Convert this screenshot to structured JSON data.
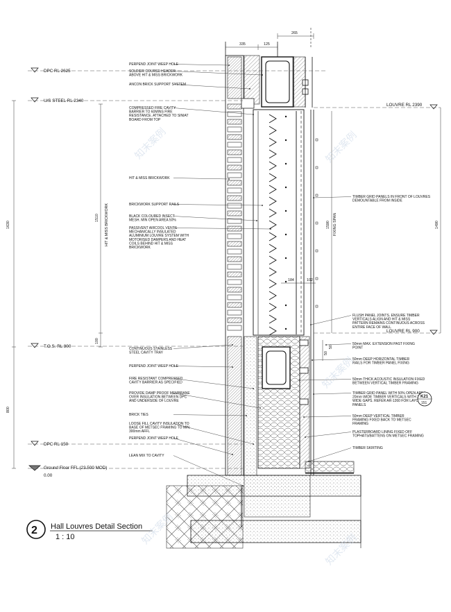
{
  "levels": {
    "dpc_2625": "DPC RL 2625",
    "us_steel": "U/S STEEL RL 2340",
    "tos": "T.O.S. RL 800",
    "dpc_150": "DPC RL 150",
    "ground": "Ground Floor FFL (23.500 MOD)",
    "ground_value": "0.00",
    "louvre_top": "LOUVRE RL 2390",
    "louvre_bottom": "LOUVRE RL 900"
  },
  "dimensions": {
    "d265": "265",
    "d335": "335",
    "d125": "125",
    "d1630": "1630",
    "d1510": "1510",
    "d100": "100",
    "d800": "800",
    "d1590": "1590",
    "d1490": "1490",
    "d184": "184",
    "d102": "102",
    "d50a": "50",
    "d50b": "50",
    "hit_miss_label": "HIT & MISS BRICKWORK",
    "fixing_span": "FIXING SPAN"
  },
  "notes_left": [
    [
      "PERPEND JOINT WEEP HOLE"
    ],
    [
      "SOLDIER COURSE HEADER",
      "ABOVE HIT & MISS BRICKWORK"
    ],
    [
      "ANCON BRICK SUPPORT SYSTEM"
    ],
    [
      "COMPRESSED FIRE CAVITY",
      "BARRIER TO 60MINS FIRE",
      "RESISTANCE. ATTACHED TO SINIAT",
      "BOARD FROM TOP"
    ],
    [
      "HIT & MISS BRICKWORK"
    ],
    [
      "BRICKWORK SUPPORT RAILS"
    ],
    [
      "BLACK COLOURED INSECT",
      "MESH. MIN OPEN AREA 50%"
    ],
    [
      "PASSIVENT AIRCOOL VENTS",
      "MECHANICALLY INSULATED",
      "ALUMINIUM LOUVRE SYSTEM WITH",
      "MOTORISED DAMPERS AND HEAT",
      "COILS BEHIND HIT & MISS",
      "BRICKWORK"
    ],
    [
      "CONTINUOUS STAINLESS",
      "STEEL CAVITY TRAY"
    ],
    [
      "PERPEND JOINT WEEP HOLE"
    ],
    [
      "FIRE RESISTANT COMPRESSED",
      "CAVITY BARRIER AS SPECIFIED"
    ],
    [
      "PROVIDE DAMP PROOF MEMBRANE",
      "OVER INSULATION BETWEEN DPC",
      "AND UNDERSIDE OF LOUVRE"
    ],
    [
      "BRICK TIES"
    ],
    [
      "LOOSE FILL CAVITY INSULATION TO",
      "BASE OF METSEC FRAMING TO MIN.",
      "300mm AFFL"
    ],
    [
      "PERPEND JOINT WEEP HOLE"
    ],
    [
      "LEAN MIX TO CAVITY"
    ]
  ],
  "notes_right": [
    [
      "TIMBER GRID PANELS IN FRONT OF LOUVRES",
      "DEMOUNTABLE FROM INSIDE"
    ],
    [
      "FLUSH PANEL JOINTS. ENSURE TIMBER",
      "VERTICALS ALIGN AND HIT & MISS",
      "PATTERN REMAINS CONTINUOUS ACROSS",
      "ENTIRE FACE OF WALL"
    ],
    [
      "50mm MAX. EXTENSION PAST FIXING",
      "POINT"
    ],
    [
      "50mm DEEP HORIZONTAL TIMBER",
      "RAILS FOR TIMBER PANEL FIXING"
    ],
    [
      "50mm THICK ACOUSTIC INSULATION  FIXED",
      "BETWEEN VERTICAL TIMBER FRAMING"
    ],
    [
      "TIMBER GRID  PANEL WITH 50% OPEN AREA;",
      "20mm WIDE TIMBER VERTICALS WITH 20mm",
      "WIDE GAPS. REFER AR-1260 FOR LAYOUT OF",
      "PANELS"
    ],
    [
      "50mm DEEP VERTICAL TIMBER",
      "FRAMING FIXED BACK TO METSEC",
      "FRAMING"
    ],
    [
      "PLASTERBOARD LINING FIXED OFF",
      "TOPHATS/BATTENS ON METSEC FRAMING"
    ],
    [
      "TIMBER SKIRTING"
    ]
  ],
  "reference": {
    "code": "K21",
    "sheet": "151"
  },
  "title": {
    "number": "2",
    "name": "Hall Louvres Detail Section",
    "scale": "1 : 10"
  },
  "watermark": "知末案例"
}
